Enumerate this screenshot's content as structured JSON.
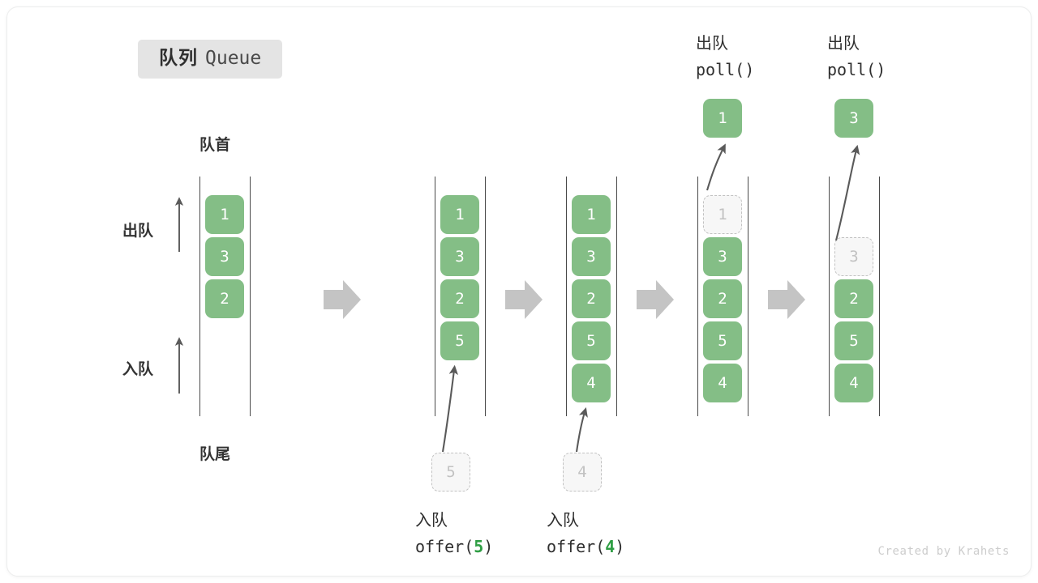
{
  "title": {
    "cn": "队列",
    "en": "Queue"
  },
  "labels": {
    "head": "队首",
    "tail": "队尾",
    "dequeue": "出队",
    "enqueue": "入队"
  },
  "watermark": "Created by Krahets",
  "colors": {
    "element": "#84be86",
    "element_text": "#ffffff",
    "ghost_fill": "#f7f7f7",
    "ghost_border": "#c2c2c2",
    "ghost_text": "#c2c2c2",
    "rail": "#4a4a4a",
    "arrow_step": "#c4c4c4",
    "arrow_thin": "#5a5a5a",
    "badge_bg": "#e4e4e4",
    "accent_code": "#2f9e44",
    "watermark": "#cdcdcd"
  },
  "step_arrow_icon": "right-block-arrow",
  "columns": [
    {
      "name": "initial",
      "items": [
        {
          "value": "1",
          "state": "filled"
        },
        {
          "value": "3",
          "state": "filled"
        },
        {
          "value": "2",
          "state": "filled"
        }
      ],
      "incoming": null,
      "outgoing": null,
      "caption": null,
      "top_caption": null
    },
    {
      "name": "offer-5",
      "items": [
        {
          "value": "1",
          "state": "filled"
        },
        {
          "value": "3",
          "state": "filled"
        },
        {
          "value": "2",
          "state": "filled"
        },
        {
          "value": "5",
          "state": "filled"
        }
      ],
      "incoming": {
        "value": "5",
        "state": "ghost"
      },
      "outgoing": null,
      "caption": {
        "cn": "入队",
        "code_prefix": "offer(",
        "code_arg": "5",
        "code_suffix": ")"
      },
      "top_caption": null
    },
    {
      "name": "offer-4",
      "items": [
        {
          "value": "1",
          "state": "filled"
        },
        {
          "value": "3",
          "state": "filled"
        },
        {
          "value": "2",
          "state": "filled"
        },
        {
          "value": "5",
          "state": "filled"
        },
        {
          "value": "4",
          "state": "filled"
        }
      ],
      "incoming": {
        "value": "4",
        "state": "ghost"
      },
      "outgoing": null,
      "caption": {
        "cn": "入队",
        "code_prefix": "offer(",
        "code_arg": "4",
        "code_suffix": ")"
      },
      "top_caption": null
    },
    {
      "name": "poll-1",
      "items": [
        {
          "value": "1",
          "state": "ghost"
        },
        {
          "value": "3",
          "state": "filled"
        },
        {
          "value": "2",
          "state": "filled"
        },
        {
          "value": "5",
          "state": "filled"
        },
        {
          "value": "4",
          "state": "filled"
        }
      ],
      "incoming": null,
      "outgoing": {
        "value": "1",
        "state": "filled"
      },
      "caption": null,
      "top_caption": {
        "cn": "出队",
        "code_prefix": "poll(",
        "code_arg": "",
        "code_suffix": ")"
      }
    },
    {
      "name": "poll-3",
      "items": [
        {
          "value": "",
          "state": "empty"
        },
        {
          "value": "3",
          "state": "ghost"
        },
        {
          "value": "2",
          "state": "filled"
        },
        {
          "value": "5",
          "state": "filled"
        },
        {
          "value": "4",
          "state": "filled"
        }
      ],
      "incoming": null,
      "outgoing": {
        "value": "3",
        "state": "filled"
      },
      "caption": null,
      "top_caption": {
        "cn": "出队",
        "code_prefix": "poll(",
        "code_arg": "",
        "code_suffix": ")"
      }
    }
  ]
}
